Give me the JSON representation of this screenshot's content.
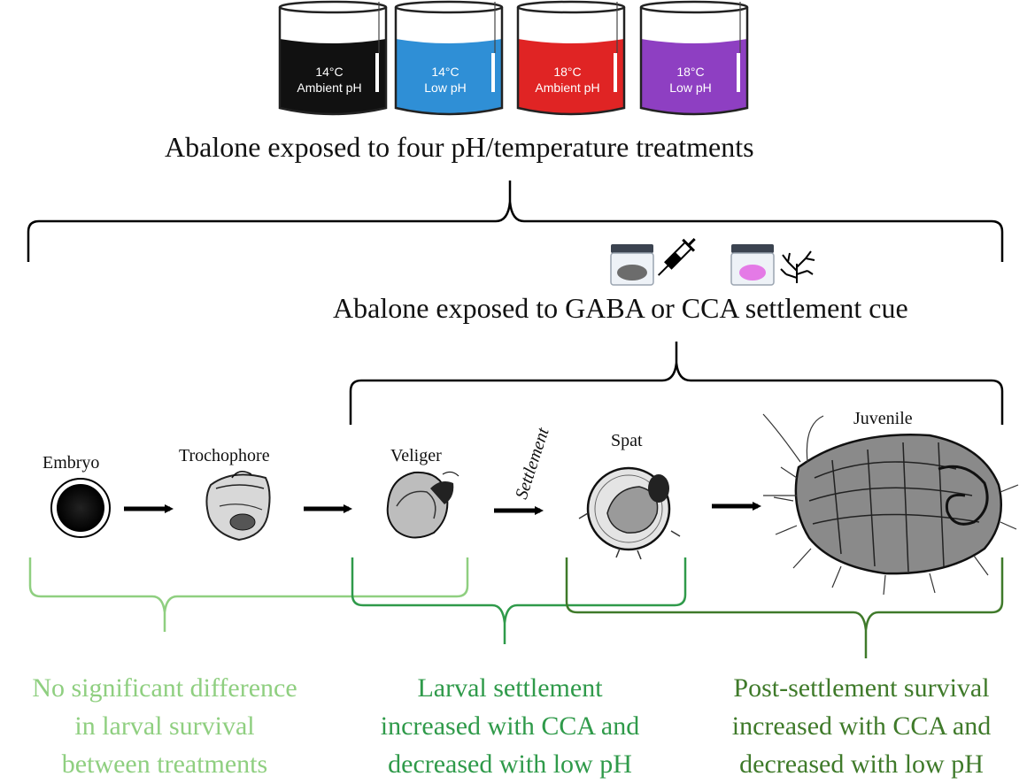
{
  "treatments": [
    {
      "temp": "14°C",
      "ph": "Ambient pH",
      "color": "#111111"
    },
    {
      "temp": "14°C",
      "ph": "Low pH",
      "color": "#2f8fd6"
    },
    {
      "temp": "18°C",
      "ph": "Ambient pH",
      "color": "#e02424"
    },
    {
      "temp": "18°C",
      "ph": "Low pH",
      "color": "#8e3fc2"
    }
  ],
  "headings": {
    "treatments": "Abalone exposed to four pH/temperature treatments",
    "cues": "Abalone exposed to GABA or CCA settlement cue"
  },
  "cue_icons": [
    "gaba-jar-icon",
    "syringe-icon",
    "cca-jar-icon",
    "coralline-algae-icon"
  ],
  "stages": {
    "embryo": "Embryo",
    "trochophore": "Trochophore",
    "veliger": "Veliger",
    "spat": "Spat",
    "juvenile": "Juvenile",
    "settlement": "Settlement"
  },
  "results": {
    "survival": {
      "lines": [
        "No significant difference",
        "in larval survival",
        "between treatments"
      ],
      "color": "#8fcf80"
    },
    "settlement": {
      "lines": [
        "Larval settlement",
        "increased with CCA and",
        "decreased with low pH"
      ],
      "color": "#2f9a4a"
    },
    "post": {
      "lines": [
        "Post-settlement survival",
        "increased with CCA and",
        "decreased with low pH"
      ],
      "color": "#3f7a2a"
    }
  }
}
